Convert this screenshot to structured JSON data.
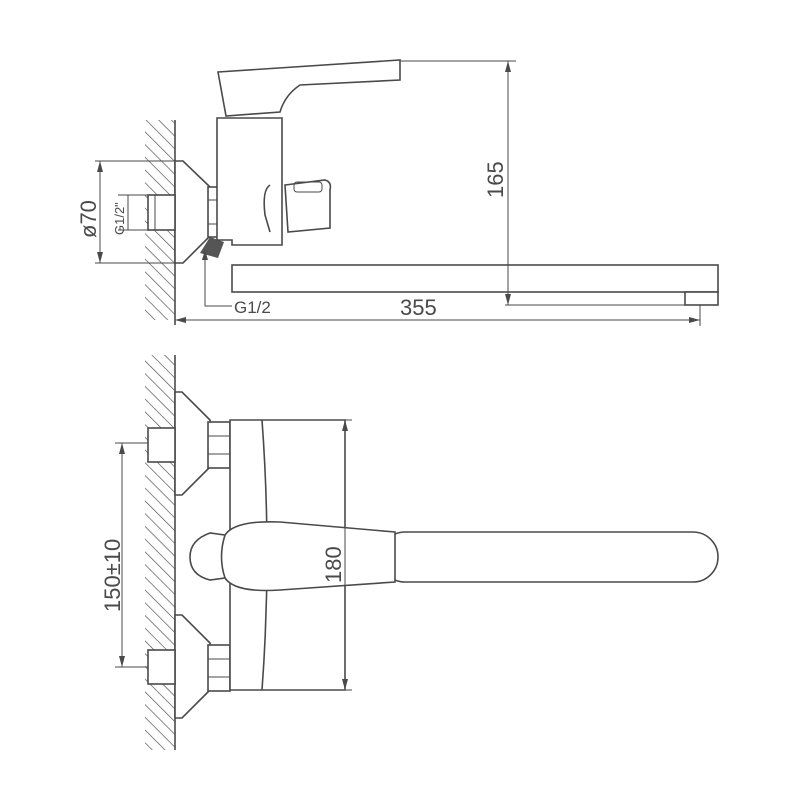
{
  "labels": {
    "diameter": "ø70",
    "inlet_thread": "G1/2\"",
    "outlet_thread": "G1/2",
    "length": "355",
    "height": "165",
    "center_distance": "150±10",
    "body_height": "180"
  },
  "colors": {
    "line": "#4a4a4a",
    "background": "#ffffff"
  }
}
